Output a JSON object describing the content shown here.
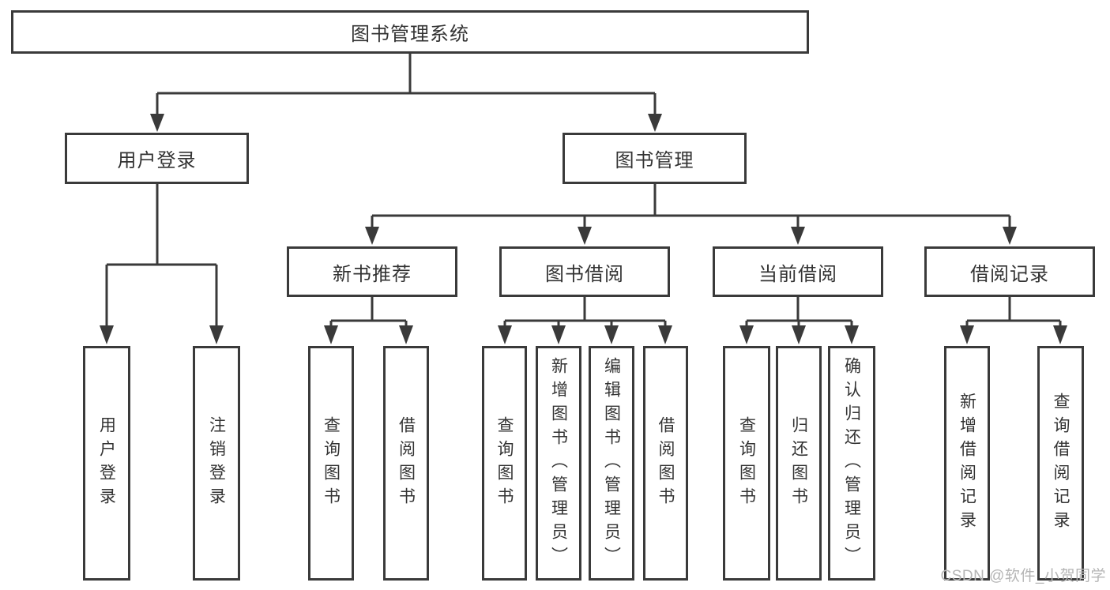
{
  "diagram": {
    "root": {
      "label": "图书管理系统"
    },
    "branches": [
      {
        "label": "用户登录",
        "children": [
          "用户登录",
          "注销登录"
        ]
      },
      {
        "label": "图书管理",
        "children": [
          {
            "label": "新书推荐",
            "children": [
              "查询图书",
              "借阅图书"
            ]
          },
          {
            "label": "图书借阅",
            "children": [
              "查询图书",
              "新增图书（管理员）",
              "编辑图书（管理员）",
              "借阅图书"
            ]
          },
          {
            "label": "当前借阅",
            "children": [
              "查询图书",
              "归还图书",
              "确认归还（管理员）"
            ]
          },
          {
            "label": "借阅记录",
            "children": [
              "新增借阅记录",
              "查询借阅记录"
            ]
          }
        ]
      }
    ],
    "watermark": "CSDN @软件_小贺同学",
    "colors": {
      "line": "#3a3a3a",
      "box_border": "#3a3a3a",
      "text": "#333333",
      "watermark": "#b5b5b5",
      "background": "#ffffff"
    }
  }
}
